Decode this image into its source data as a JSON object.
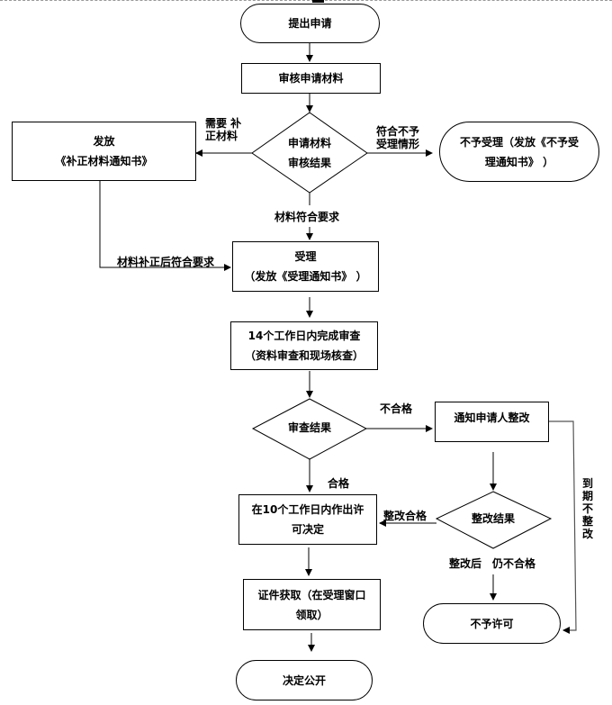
{
  "flowchart": {
    "nodes": {
      "submit": "提出申请",
      "review_materials": "审核申请材料",
      "review_result": [
        "申请材料",
        "审核结果"
      ],
      "issue_correction": [
        "发放",
        "《补正材料通知书》"
      ],
      "reject_accept": [
        "不予受理（发放《不予受",
        "理通知书》 ）"
      ],
      "accept": [
        "受理",
        "（发放《受理通知书》 ）"
      ],
      "review_14_days": [
        "14个工作日内完成审查",
        "（资料审查和现场核查）"
      ],
      "audit_result": "审查结果",
      "notify_rectify": "通知申请人整改",
      "decision_10_days": [
        "在10个工作日内作出许",
        "可决定"
      ],
      "rectify_result": "整改结果",
      "certificate": [
        "证件获取（在受理窗口",
        "领取）"
      ],
      "deny_permit": "不予许可",
      "publish": "决定公开"
    },
    "edge_labels": {
      "need_correction": [
        "需要 补",
        "正材料"
      ],
      "meets_reject": [
        "符合不予",
        "受理情形"
      ],
      "materials_ok": "材料符合要求",
      "corrected_ok": "材料补正后符合要求",
      "unqualified": "不合格",
      "qualified": "合格",
      "rectify_ok": "整改合格",
      "still_unqualified": "整改后　仍不合格",
      "overdue": "到期不整改"
    }
  }
}
